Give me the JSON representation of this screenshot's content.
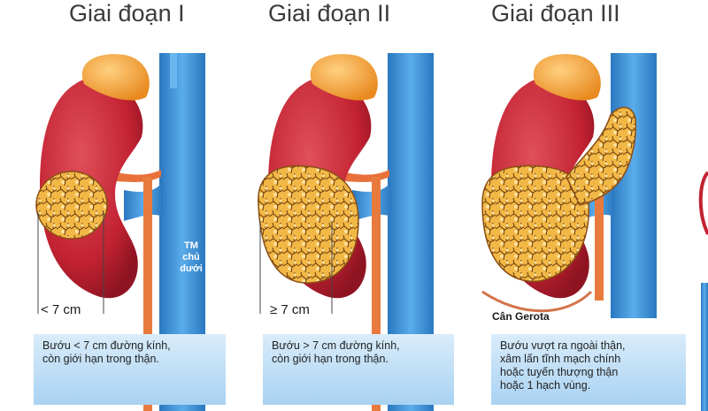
{
  "stages": [
    {
      "title": "Giai đoạn I",
      "measure": "< 7 cm",
      "description": [
        "Bướu < 7 cm đường kính,",
        "còn giới hạn trong thận."
      ]
    },
    {
      "title": "Giai đoạn II",
      "measure": "≥ 7 cm",
      "description": [
        "Bướu > 7 cm đường kính,",
        "còn giới hạn trong thận."
      ]
    },
    {
      "title": "Giai đoạn III",
      "description": [
        "Bướu vượt ra ngoài thận,",
        "xâm lấn tĩnh mạch chính",
        "hoặc tuyến thượng thận",
        "hoặc 1 hạch vùng."
      ]
    }
  ],
  "vein_label": [
    "TM",
    "chủ",
    "dưới"
  ],
  "gerota_label": "Cân Gerota",
  "colors": {
    "kidney": "#c8283a",
    "tumor": "#e8a83a",
    "adrenal": "#f0a040",
    "vein": "#3a8ed0",
    "artery": "#e8703a",
    "box": "#b8dcf5"
  }
}
